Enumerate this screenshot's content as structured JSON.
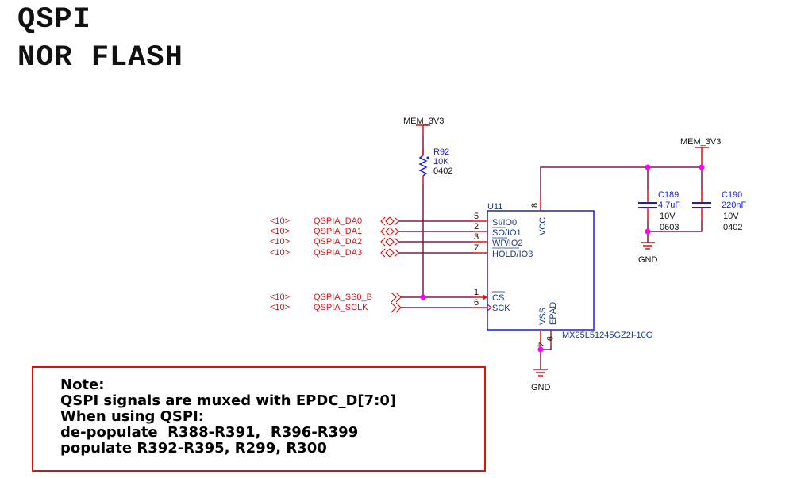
{
  "title": {
    "line1": "QSPI",
    "line2": "NOR FLASH"
  },
  "colors": {
    "wire": "#7a1f4a",
    "pin": "#e01010",
    "part": "#1a1ae6",
    "junction": "#ff00ff",
    "offpage": "#e01010",
    "text_part": "#1a3a8a"
  },
  "power": {
    "r92_top": "MEM_3V3",
    "cap_top": "MEM_3V3",
    "gnd_cap": "GND",
    "gnd_ic": "GND"
  },
  "resistor": {
    "ref": "R92",
    "value": "10K",
    "package": "0402"
  },
  "capacitors": [
    {
      "ref": "C189",
      "value": "4.7uF",
      "voltage": "10V",
      "package": "0603"
    },
    {
      "ref": "C190",
      "value": "220nF",
      "voltage": "10V",
      "package": "0402"
    }
  ],
  "ic": {
    "ref": "U11",
    "part_number": "MX25L51245GZ2I-10G",
    "pins": [
      {
        "num": "5",
        "name": "SI/IO0"
      },
      {
        "num": "2",
        "name": "SO/IO1"
      },
      {
        "num": "3",
        "name": "WP/IO2"
      },
      {
        "num": "7",
        "name": "HOLD/IO3"
      },
      {
        "num": "1",
        "name": "CS"
      },
      {
        "num": "6",
        "name": "SCK"
      },
      {
        "num": "8",
        "name": "VCC"
      },
      {
        "num": "4",
        "name": "VSS"
      },
      {
        "num": "9",
        "name": "EPAD"
      }
    ]
  },
  "nets": [
    {
      "page": "<10>",
      "name": "QSPIA_DA0"
    },
    {
      "page": "<10>",
      "name": "QSPIA_DA1"
    },
    {
      "page": "<10>",
      "name": "QSPIA_DA2"
    },
    {
      "page": "<10>",
      "name": "QSPIA_DA3"
    },
    {
      "page": "<10>",
      "name": "QSPIA_SS0_B"
    },
    {
      "page": "<10>",
      "name": "QSPIA_SCLK"
    }
  ],
  "note": {
    "lines": [
      "Note:",
      "QSPI signals are muxed with EPDC_D[7:0]",
      "When using QSPI:",
      "de-populate  R388-R391,  R396-R399",
      "populate R392-R395, R299, R300"
    ]
  }
}
